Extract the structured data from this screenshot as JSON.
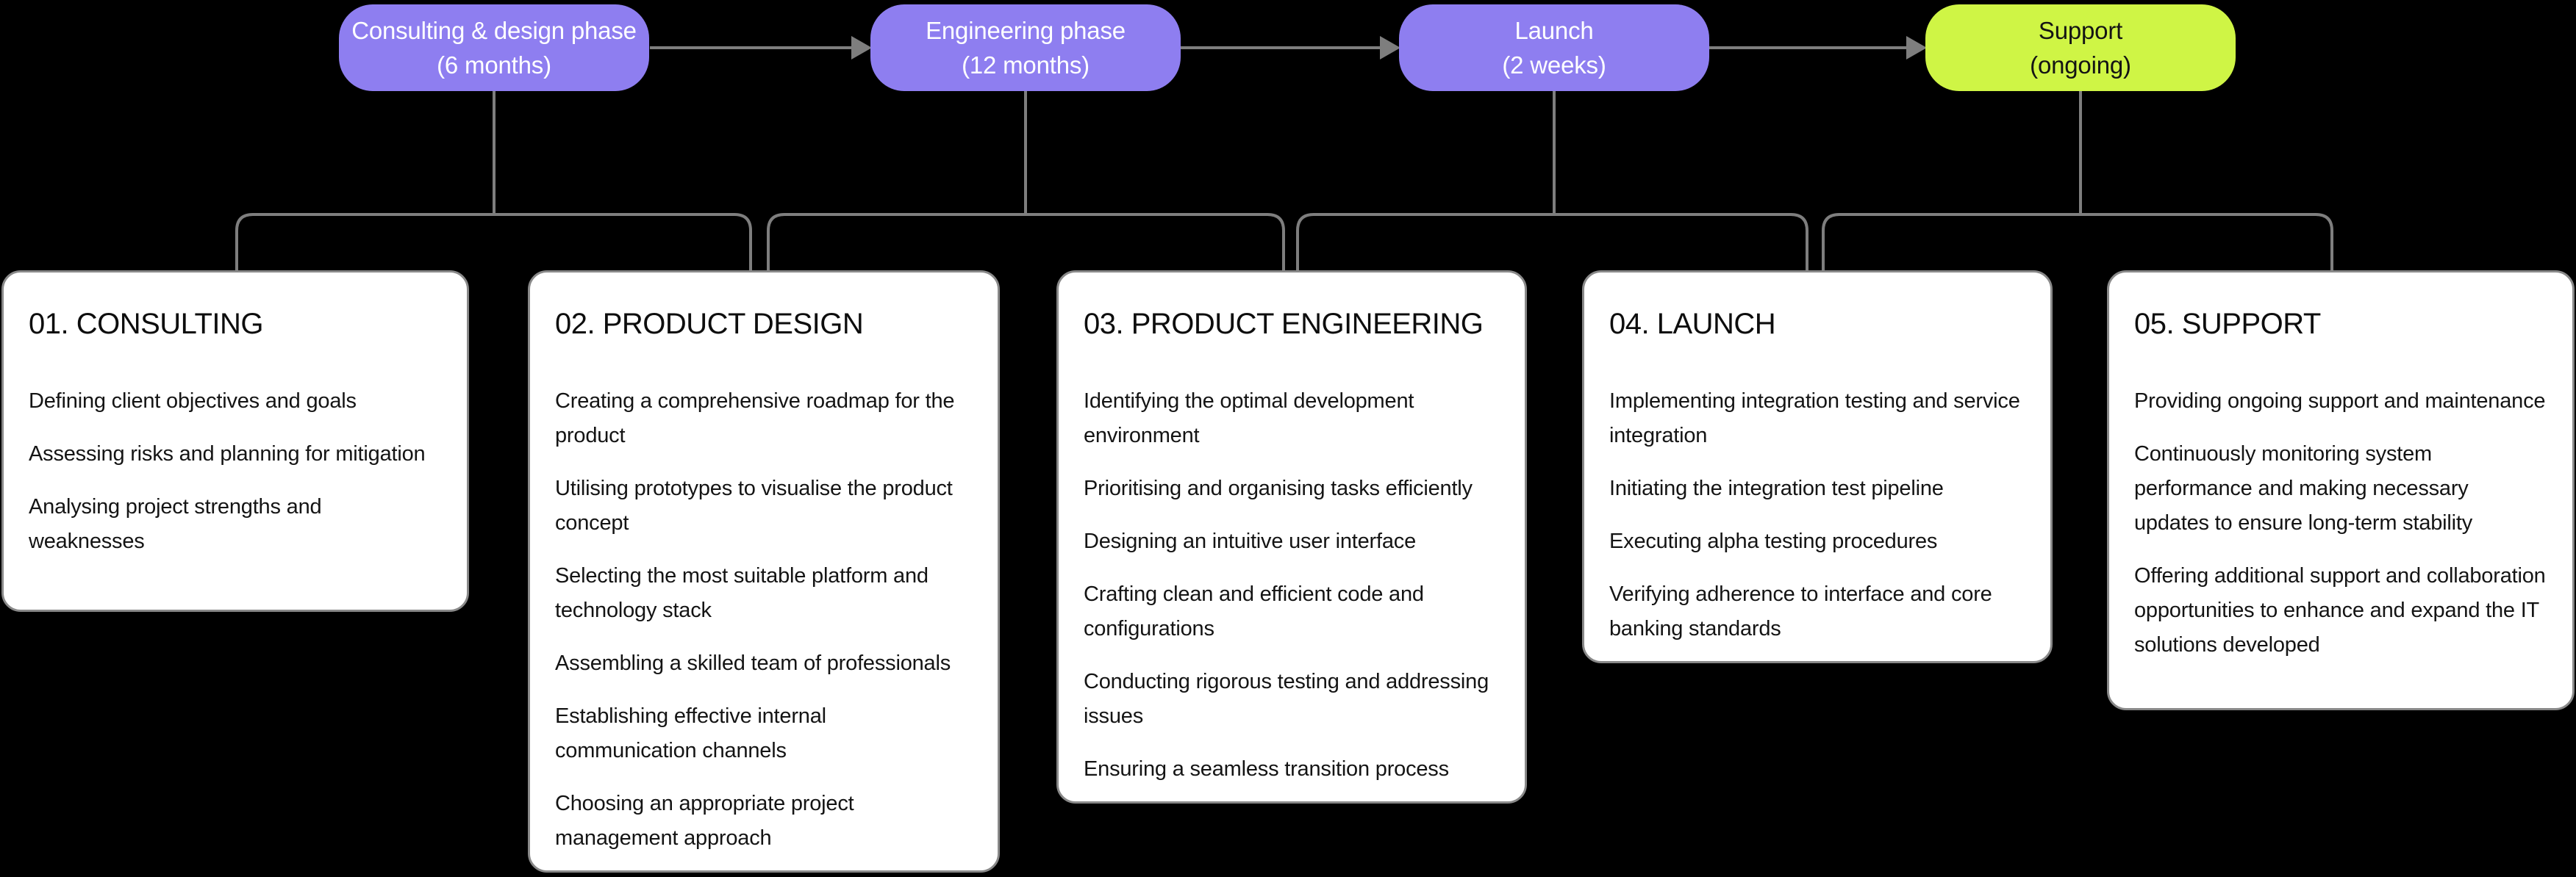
{
  "colors": {
    "background": "#000000",
    "purple": "#8E7EF0",
    "lime": "#CFF545",
    "connector": "#7E7E7E",
    "card_bg": "#FFFFFF",
    "card_border": "#898989",
    "text_dark": "#141414",
    "text_light": "#FFFFFF"
  },
  "phases": [
    {
      "title": "Consulting & design phase",
      "duration": "(6 months)"
    },
    {
      "title": "Engineering phase",
      "duration": "(12 months)"
    },
    {
      "title": "Launch",
      "duration": "(2 weeks)"
    },
    {
      "title": "Support",
      "duration": "(ongoing)"
    }
  ],
  "cards": [
    {
      "title": "01. CONSULTING",
      "items": [
        "Defining client objectives and goals",
        "Assessing risks and planning for mitigation",
        "Analysing project strengths and weaknesses"
      ]
    },
    {
      "title": "02. PRODUCT DESIGN",
      "items": [
        "Creating a comprehensive roadmap for the product",
        "Utilising prototypes to visualise the product concept",
        "Selecting the most suitable platform and technology stack",
        "Assembling a skilled team of professionals",
        "Establishing effective internal communication channels",
        "Choosing an appropriate project management approach"
      ]
    },
    {
      "title": "03. PRODUCT ENGINEERING",
      "items": [
        "Identifying the optimal development environment",
        "Prioritising and organising tasks efficiently",
        "Designing an intuitive user interface",
        "Crafting clean and efficient code and configurations",
        "Conducting rigorous testing and addressing issues",
        "Ensuring a seamless transition process"
      ]
    },
    {
      "title": "04. LAUNCH",
      "items": [
        "Implementing integration testing and service integration",
        "Initiating the integration test pipeline",
        "Executing alpha testing procedures",
        "Verifying adherence to interface and core banking standards"
      ]
    },
    {
      "title": "05. SUPPORT",
      "items": [
        "Providing ongoing support and maintenance",
        "Continuously monitoring system performance and making necessary updates to ensure long-term stability",
        "Offering additional support and collaboration opportunities to enhance and expand the IT solutions developed"
      ]
    }
  ]
}
